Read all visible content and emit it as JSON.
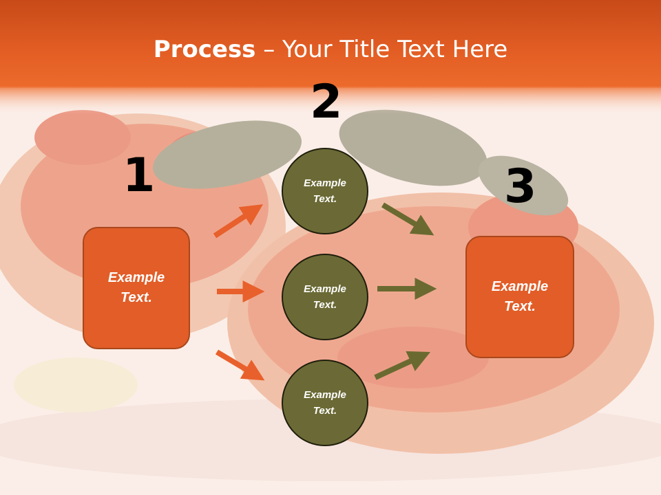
{
  "title": {
    "bold": "Process",
    "rest": " – Your Title Text Here"
  },
  "steps": [
    {
      "number": "1",
      "text": "Example Text."
    },
    {
      "number": "2",
      "text": "Example Text."
    },
    {
      "number": "3",
      "text": "Example Text."
    }
  ],
  "middle_nodes": [
    {
      "text": "Example Text."
    },
    {
      "text": "Example Text."
    },
    {
      "text": "Example Text."
    }
  ],
  "colors": {
    "header": "#e05a22",
    "step_box": "#e25d28",
    "node": "#6b6a36",
    "arrow_left": "#e8602c",
    "arrow_right": "#6a6a30"
  }
}
